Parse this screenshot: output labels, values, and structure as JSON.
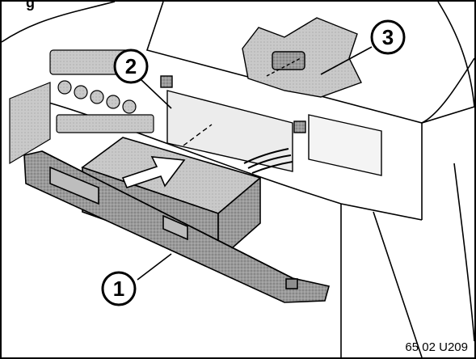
{
  "header": {
    "caption_fragment": "g"
  },
  "callouts": [
    {
      "id": "callout-1",
      "label": "1"
    },
    {
      "id": "callout-2",
      "label": "2"
    },
    {
      "id": "callout-3",
      "label": "3"
    }
  ],
  "footer": {
    "figure_id": "65 02 U209"
  },
  "icons": {
    "insert_direction": "arrow-icon"
  },
  "colors": {
    "line": "#000000",
    "shade_dark": "#7a7a7a",
    "shade_mid": "#a8a8a8",
    "shade_light": "#cfcfcf",
    "background": "#ffffff"
  }
}
